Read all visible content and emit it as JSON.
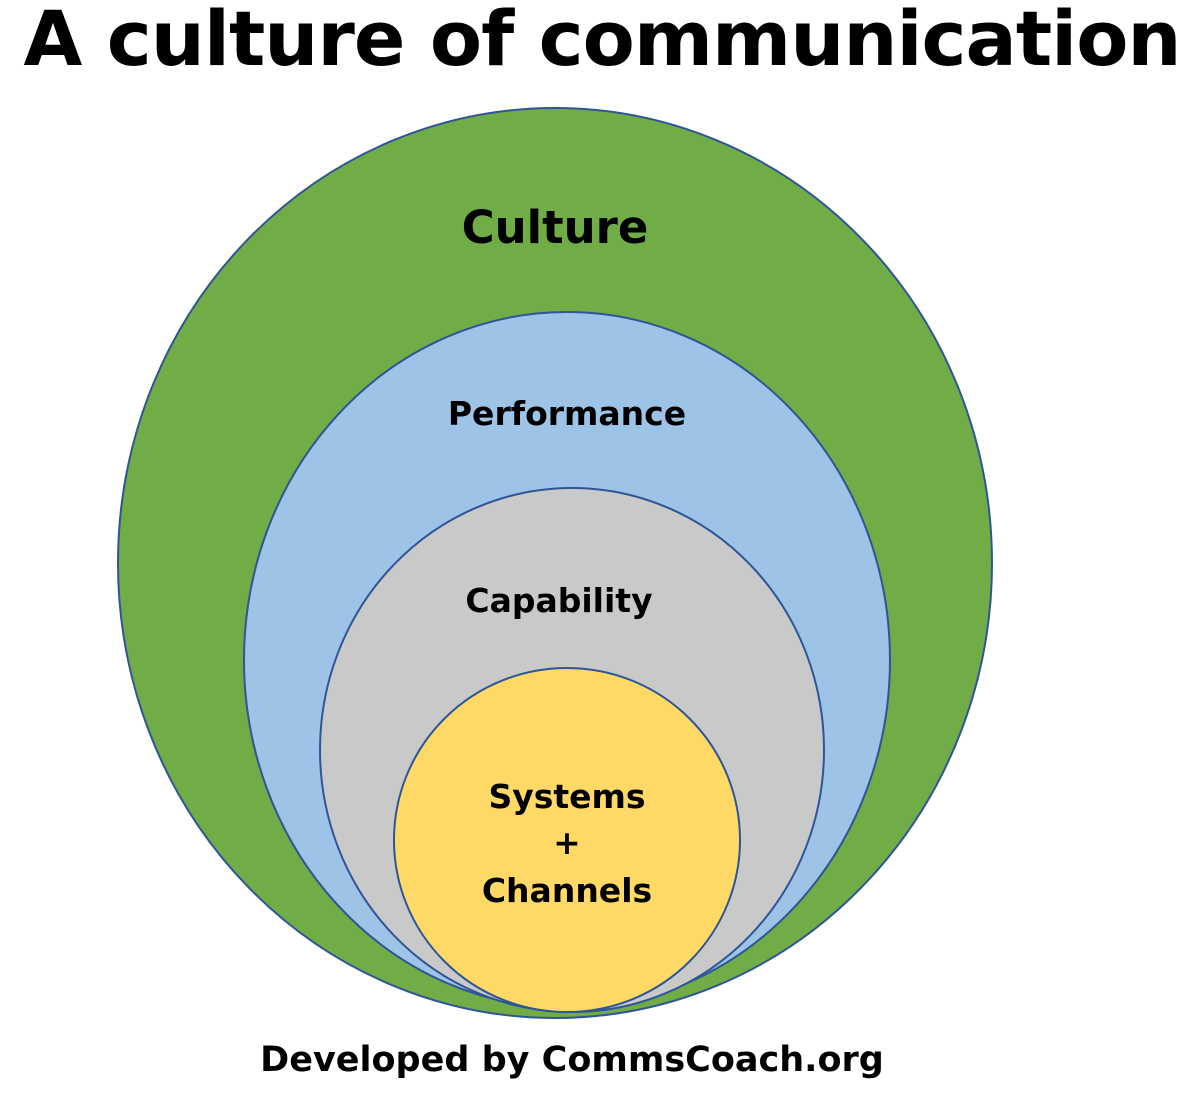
{
  "title": "A culture of communication",
  "footer": "Developed by CommsCoach.org",
  "colors": {
    "culture": "#70AD47",
    "performance": "#9DC3E6",
    "capability": "#C9C9C9",
    "systems": "#FFD966",
    "outline": "#2F5597"
  },
  "rings": [
    {
      "id": "culture",
      "lines": [
        "Culture"
      ]
    },
    {
      "id": "performance",
      "lines": [
        "Performance"
      ]
    },
    {
      "id": "capability",
      "lines": [
        "Capability"
      ]
    },
    {
      "id": "systems",
      "lines": [
        "Systems",
        "+",
        "Channels"
      ]
    }
  ]
}
